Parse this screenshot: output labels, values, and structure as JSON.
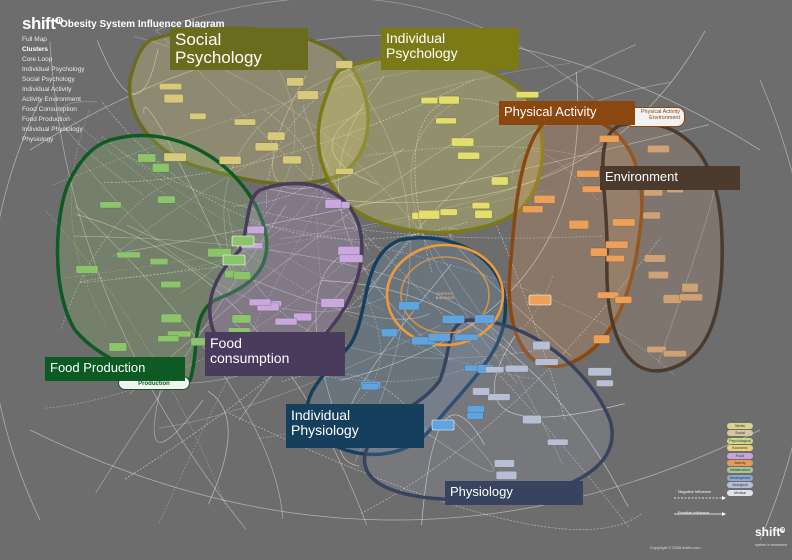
{
  "header": {
    "brand": "shift",
    "brand_mark": "n",
    "title": "Obesity System Influence Diagram"
  },
  "menu": [
    "Full Map",
    "Clusters",
    "Core Loop",
    "Individual Psychology",
    "Social Psychology",
    "Individual Activity",
    "Activity Environment",
    "Food Consumption",
    "Food Production",
    "Individual Physiology",
    "Physiology"
  ],
  "menu_active": "Clusters",
  "clusters": {
    "social_psychology": {
      "label": "Social\nPsychology",
      "color": "#6b6b1e",
      "accent": "#d9c97a"
    },
    "individual_psychology": {
      "label": "Individual\nPsychology",
      "color": "#7b7a16",
      "accent": "#e4df6b"
    },
    "physical_activity": {
      "label": "Physical Activity",
      "color": "#8a4710",
      "accent": "#ee9f58"
    },
    "physical_activity_ghost": {
      "label": "Physical Activity\nEnvironment"
    },
    "environment": {
      "label": "Environment",
      "color": "#4a3b2e",
      "accent": "#cfa176"
    },
    "food_production": {
      "label": "Food Production",
      "color": "#0e5a23",
      "accent": "#8bc46b"
    },
    "food_production_ghost": {
      "label": "Production"
    },
    "food_consumption": {
      "label": "Food\nconsumption",
      "color": "#4a3a5c",
      "accent": "#c8a8de"
    },
    "individual_physiology": {
      "label": "Individual\nPhysiology",
      "color": "#163f5e",
      "accent": "#5fa4dc"
    },
    "physiology": {
      "label": "Physiology",
      "color": "#37435f",
      "accent": "#b7bfd4"
    }
  },
  "core": {
    "label": "ENERGY\nBALANCE"
  },
  "legend": {
    "items": [
      "Media",
      "Social",
      "Psychological",
      "Economic",
      "Food",
      "Activity",
      "Infrastructure",
      "Development",
      "Biological",
      "Medical"
    ],
    "colors": [
      "#d7d58c",
      "#d4c6a0",
      "#cfd88a",
      "#e7d27a",
      "#c6a4da",
      "#e79a5a",
      "#a9c692",
      "#8aa9cf",
      "#b5bed6",
      "#dfe3ea"
    ],
    "negative": "Negative Influence",
    "positive": "Positive Influence"
  },
  "footer": {
    "brand": "shift",
    "brand_mark": "n",
    "copyright": "Copyright © 2008 shiftn.com",
    "tagline": "system in movement"
  }
}
